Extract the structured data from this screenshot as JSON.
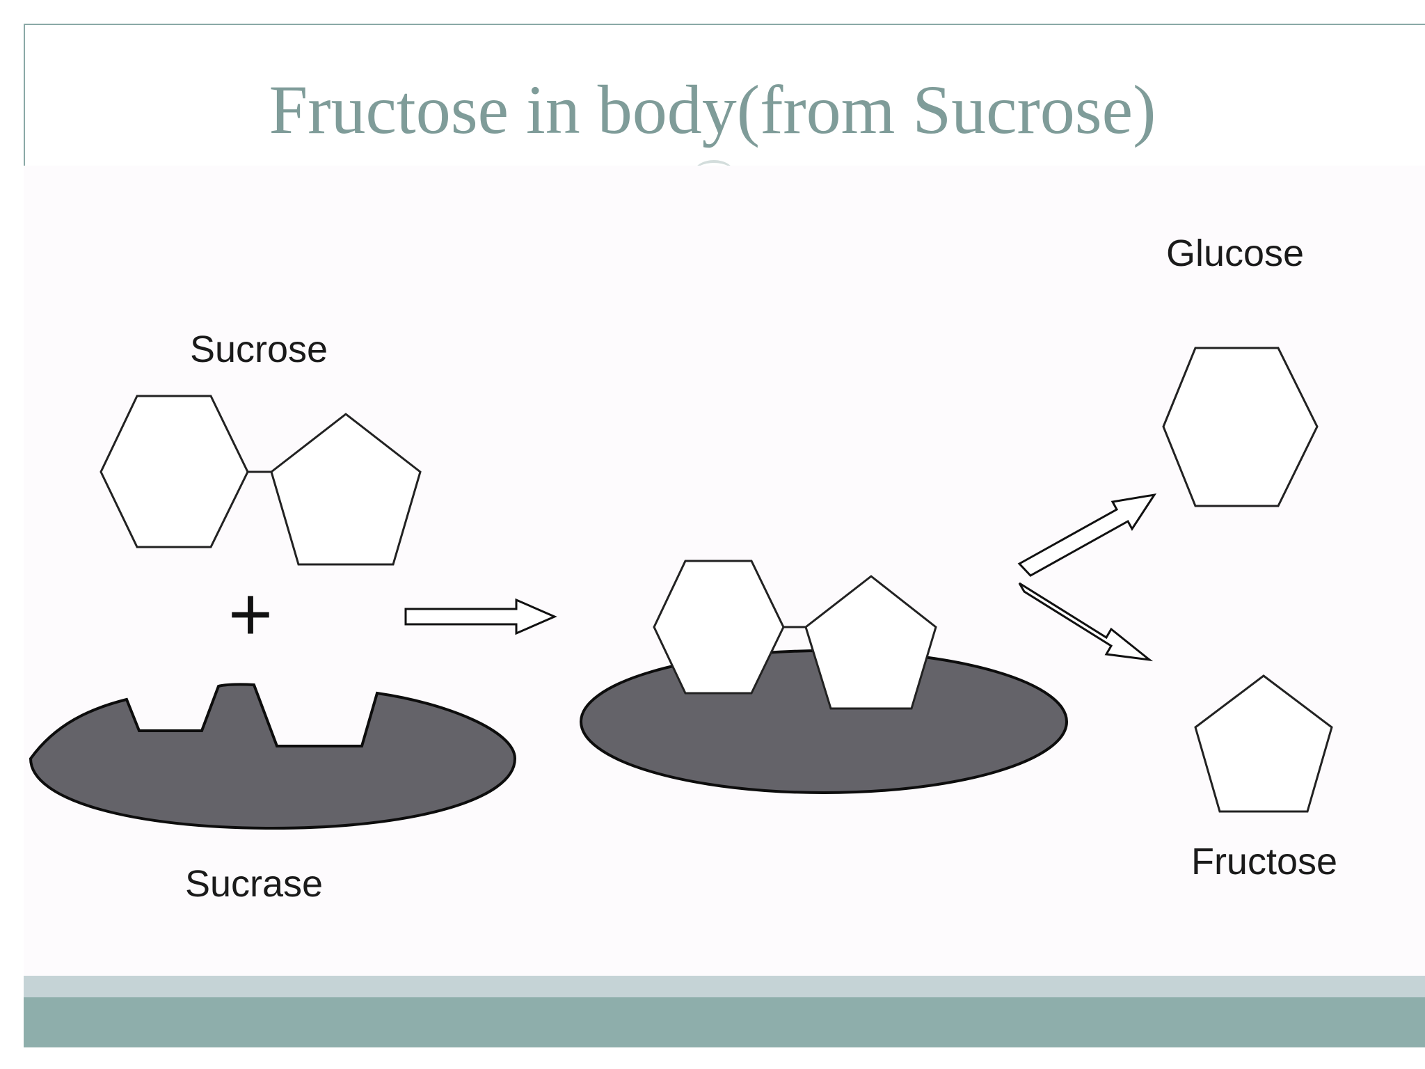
{
  "slide": {
    "title": "Fructose in body(from Sucrose)"
  },
  "diagram": {
    "labels": {
      "sucrose": "Sucrose",
      "sucrase": "Sucrase",
      "glucose": "Glucose",
      "fructose": "Fructose",
      "plus": "+"
    }
  },
  "colors": {
    "title": "#7f9c99",
    "frame": "#8aa9a6",
    "enzyme_fill": "#646369",
    "footer_light": "#c5d3d6",
    "footer_dark": "#8eaeab"
  }
}
